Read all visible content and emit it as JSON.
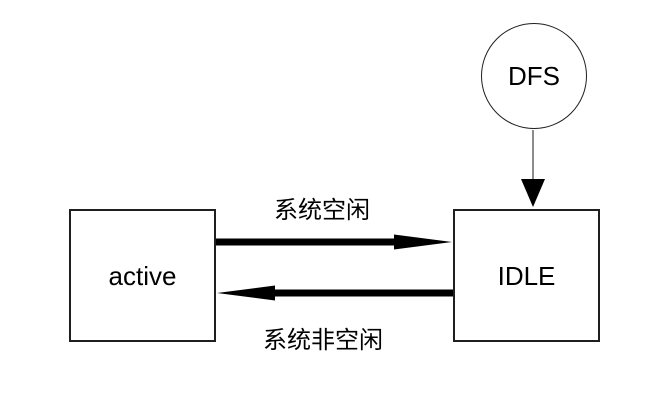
{
  "canvas": {
    "background": "#ffffff"
  },
  "nodes": {
    "dfs": {
      "label": "DFS",
      "shape": "circle"
    },
    "active": {
      "label": "active",
      "shape": "rectangle"
    },
    "idle": {
      "label": "IDLE",
      "shape": "rectangle"
    }
  },
  "edges": {
    "active_to_idle": {
      "label": "系统空闲",
      "from": "active",
      "to": "idle",
      "direction": "right",
      "style": "thick-black-arrow"
    },
    "idle_to_active": {
      "label": "系统非空闲",
      "from": "idle",
      "to": "active",
      "direction": "left",
      "style": "thick-black-arrow"
    },
    "dfs_to_idle": {
      "from": "dfs",
      "to": "idle",
      "direction": "down",
      "style": "thin-gray-line-black-arrowhead"
    }
  },
  "colors": {
    "node_border": "#1f1f1f",
    "node_fill": "#ffffff",
    "arrow": "#000000",
    "connector_line": "#8c8c8c",
    "text": "#000000"
  }
}
